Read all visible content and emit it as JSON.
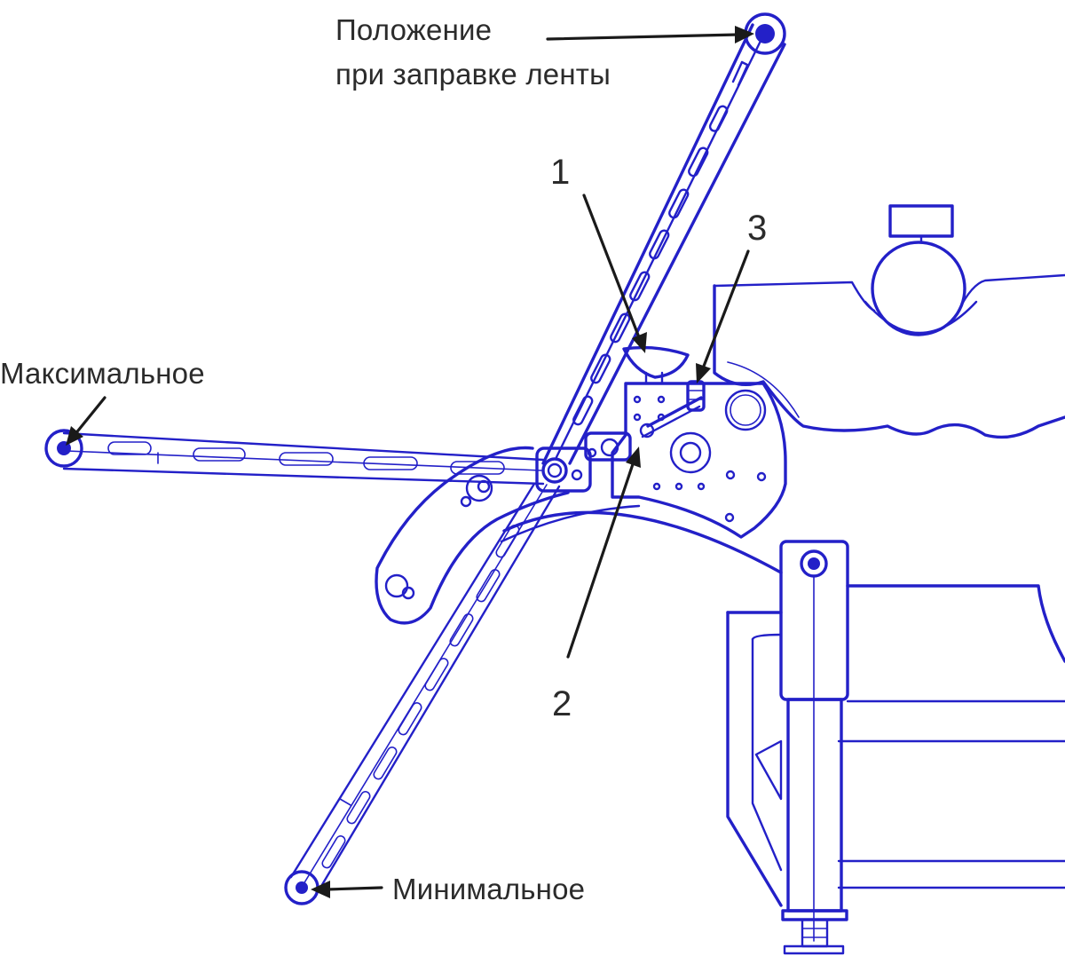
{
  "labels": {
    "threading_position_line1": "Положение",
    "threading_position_line2": "при заправке ленты",
    "maximum": "Максимальное",
    "minimum": "Минимальное",
    "callout_1": "1",
    "callout_2": "2",
    "callout_3": "3"
  },
  "colors": {
    "drawing_ink": "#2320c8",
    "label_text": "#2b2b2b",
    "arrow": "#1a1a1a",
    "background": "#ffffff"
  }
}
